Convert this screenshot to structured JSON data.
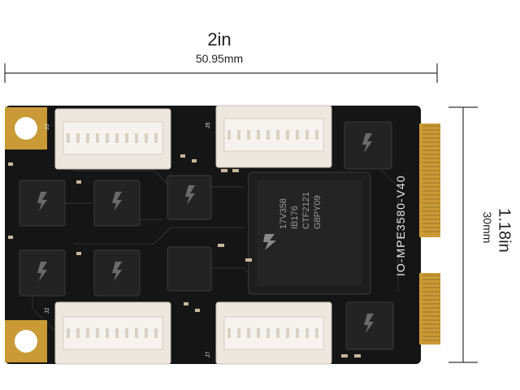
{
  "dimensions": {
    "width_in": "2in",
    "width_mm": "50.95mm",
    "height_in": "1.18in",
    "height_mm": "30mm"
  },
  "board": {
    "model": "IO-MPE3580-V40",
    "main_chip_lines": [
      "17V358",
      "IB176",
      "CTF2121",
      "G8PY09"
    ],
    "connectors": [
      "J3",
      "J5",
      "J2",
      "J7"
    ],
    "colors": {
      "pcb": "#151515",
      "connector": "#ece7df",
      "gold": "#c99a35"
    }
  }
}
